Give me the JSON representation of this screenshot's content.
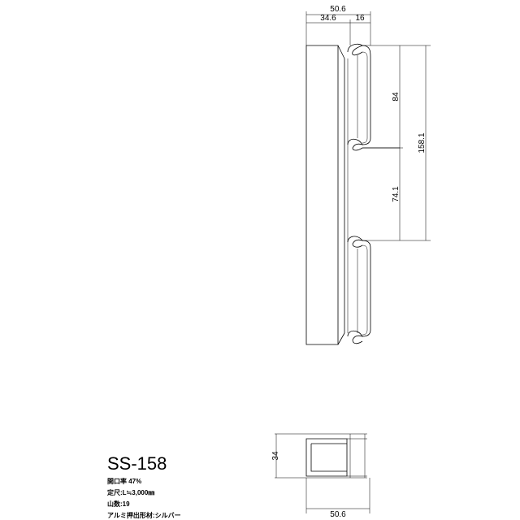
{
  "drawing": {
    "main_view": {
      "width_total": "50.6",
      "width_left": "34.6",
      "width_right": "16",
      "pitch_upper": "84",
      "pitch_lower": "74.1",
      "pitch_total": "158.1"
    },
    "bottom_view": {
      "height": "34",
      "width": "50.6"
    }
  },
  "product": {
    "model": "SS-158",
    "aperture_label": "開口率",
    "aperture_value": "47%",
    "length_label": "定尺",
    "length_value": "L≒3,000㎜",
    "ridges_label": "山数",
    "ridges_value": "19",
    "material_label": "アルミ押出形材",
    "material_value": "シルバー"
  }
}
